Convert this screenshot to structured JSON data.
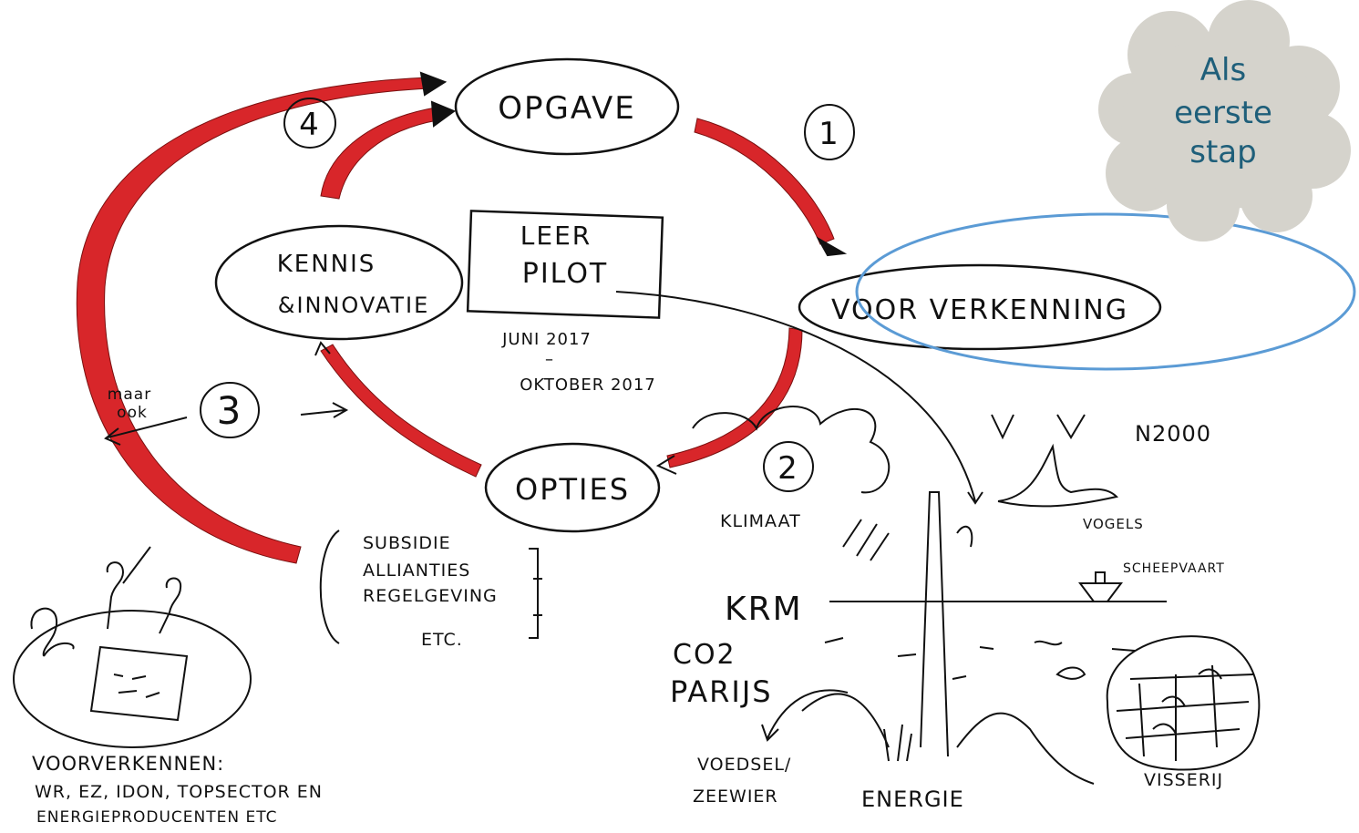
{
  "nodes": {
    "opgave": "OPGAVE",
    "voorverkenning": "VOOR VERKENNING",
    "opties": "OPTIES",
    "kennis_line1": "KENNIS",
    "kennis_line2": "&INNOVATIE",
    "leer_line1": "LEER",
    "leer_line2": "PILOT"
  },
  "step_numbers": {
    "one": "1",
    "two": "2",
    "three": "3",
    "four": "4"
  },
  "pilot_period": {
    "start": "JUNI 2017",
    "dash": "–",
    "end": "OKTOBER 2017"
  },
  "maar_ook": {
    "line1": "maar",
    "line2": "ook"
  },
  "option_list": [
    "SUBSIDIE",
    "ALLIANTIES",
    "REGELGEVING",
    "ETC."
  ],
  "voorverkenners": {
    "line1": "VOORVERKENNEN:",
    "line2": "WR, EZ, IDON, TOPSECTOR EN",
    "line3": "ENERGIEPRODUCENTEN ETC"
  },
  "sea_labels": {
    "n2000": "N2000",
    "klimaat": "KLIMAAT",
    "vogels": "VOGELS",
    "scheepvaart": "SCHEEPVAART",
    "krm": "KRM",
    "co2": "CO2",
    "parijs": "PARIJS",
    "voedsel_line1": "VOEDSEL/",
    "voedsel_line2": "ZEEWIER",
    "energie": "ENERGIE",
    "visserij": "VISSERIJ"
  },
  "callout": {
    "line1": "Als",
    "line2": "eerste",
    "line3": "stap"
  },
  "colors": {
    "arrow_red": "#d8262a",
    "ink": "#111111",
    "highlight_ellipse": "#5b9bd5",
    "cloud_fill": "#d5d3cc",
    "cloud_text": "#1f5f7a"
  }
}
